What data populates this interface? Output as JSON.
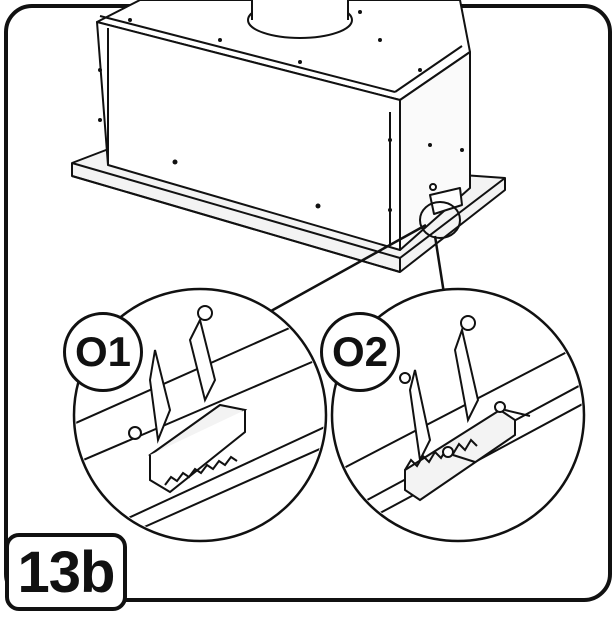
{
  "step": {
    "number": "13b"
  },
  "callouts": [
    {
      "label": "O1"
    },
    {
      "label": "O2"
    }
  ],
  "colors": {
    "line": "#111111",
    "background": "#ffffff",
    "panel": "#f3f3f3"
  }
}
